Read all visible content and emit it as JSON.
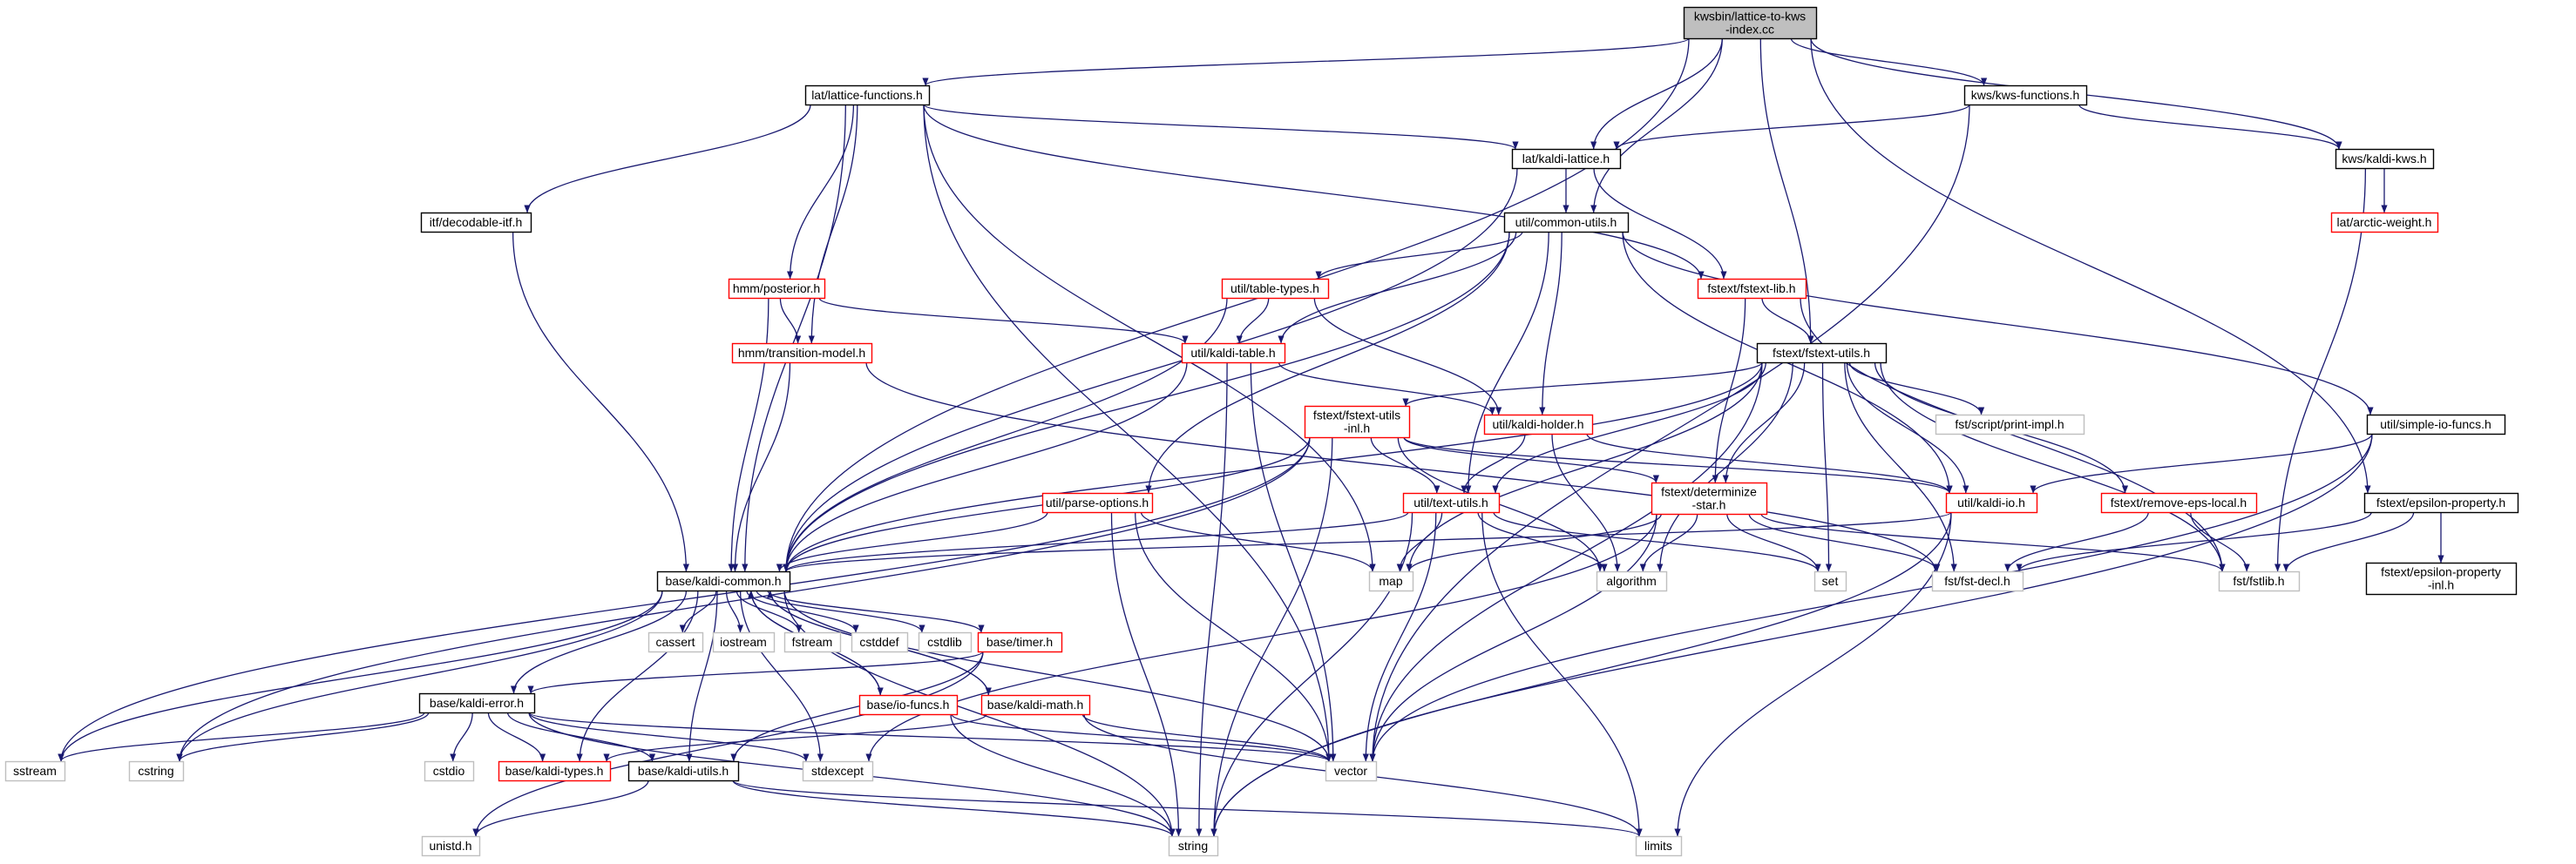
{
  "diagram": {
    "kind": "include-dependency-graph",
    "colors": {
      "edge": "#191970",
      "root_fill": "#bfbfbf",
      "node_fill": "#ffffff",
      "border_black": "#000000",
      "border_red": "#ff0000",
      "border_gray": "#bfbfbf"
    },
    "nodes": [
      {
        "id": "root",
        "lines": [
          "kwsbin/lattice-to-kws",
          "-index.cc"
        ],
        "style": "root"
      },
      {
        "id": "lat-functions",
        "lines": [
          "lat/lattice-functions.h"
        ],
        "style": "black"
      },
      {
        "id": "kws-functions",
        "lines": [
          "kws/kws-functions.h"
        ],
        "style": "black"
      },
      {
        "id": "kaldi-lattice",
        "lines": [
          "lat/kaldi-lattice.h"
        ],
        "style": "black"
      },
      {
        "id": "kaldi-kws",
        "lines": [
          "kws/kaldi-kws.h"
        ],
        "style": "black"
      },
      {
        "id": "decodable-itf",
        "lines": [
          "itf/decodable-itf.h"
        ],
        "style": "black"
      },
      {
        "id": "common-utils",
        "lines": [
          "util/common-utils.h"
        ],
        "style": "black"
      },
      {
        "id": "arctic-weight",
        "lines": [
          "lat/arctic-weight.h"
        ],
        "style": "red"
      },
      {
        "id": "posterior",
        "lines": [
          "hmm/posterior.h"
        ],
        "style": "red"
      },
      {
        "id": "table-types",
        "lines": [
          "util/table-types.h"
        ],
        "style": "red"
      },
      {
        "id": "fstext-lib",
        "lines": [
          "fstext/fstext-lib.h"
        ],
        "style": "red"
      },
      {
        "id": "transition-model",
        "lines": [
          "hmm/transition-model.h"
        ],
        "style": "red"
      },
      {
        "id": "kaldi-table",
        "lines": [
          "util/kaldi-table.h"
        ],
        "style": "red"
      },
      {
        "id": "fstext-utils",
        "lines": [
          "fstext/fstext-utils.h"
        ],
        "style": "black"
      },
      {
        "id": "fstext-utils-inl",
        "lines": [
          "fstext/fstext-utils",
          "-inl.h"
        ],
        "style": "red"
      },
      {
        "id": "kaldi-holder",
        "lines": [
          "util/kaldi-holder.h"
        ],
        "style": "red"
      },
      {
        "id": "print-impl",
        "lines": [
          "fst/script/print-impl.h"
        ],
        "style": "gray"
      },
      {
        "id": "simple-io-funcs",
        "lines": [
          "util/simple-io-funcs.h"
        ],
        "style": "black"
      },
      {
        "id": "parse-options",
        "lines": [
          "util/parse-options.h"
        ],
        "style": "red"
      },
      {
        "id": "text-utils",
        "lines": [
          "util/text-utils.h"
        ],
        "style": "red"
      },
      {
        "id": "determinize-star",
        "lines": [
          "fstext/determinize",
          "-star.h"
        ],
        "style": "red"
      },
      {
        "id": "kaldi-io",
        "lines": [
          "util/kaldi-io.h"
        ],
        "style": "red"
      },
      {
        "id": "remove-eps-local",
        "lines": [
          "fstext/remove-eps-local.h"
        ],
        "style": "red"
      },
      {
        "id": "epsilon-property",
        "lines": [
          "fstext/epsilon-property.h"
        ],
        "style": "black"
      },
      {
        "id": "kaldi-common",
        "lines": [
          "base/kaldi-common.h"
        ],
        "style": "black"
      },
      {
        "id": "map",
        "lines": [
          "map"
        ],
        "style": "gray"
      },
      {
        "id": "algorithm",
        "lines": [
          "algorithm"
        ],
        "style": "gray"
      },
      {
        "id": "set",
        "lines": [
          "set"
        ],
        "style": "gray"
      },
      {
        "id": "fst-decl",
        "lines": [
          "fst/fst-decl.h"
        ],
        "style": "gray"
      },
      {
        "id": "fstlib",
        "lines": [
          "fst/fstlib.h"
        ],
        "style": "gray"
      },
      {
        "id": "epsilon-property-inl",
        "lines": [
          "fstext/epsilon-property",
          "-inl.h"
        ],
        "style": "black"
      },
      {
        "id": "cassert",
        "lines": [
          "cassert"
        ],
        "style": "gray"
      },
      {
        "id": "iostream",
        "lines": [
          "iostream"
        ],
        "style": "gray"
      },
      {
        "id": "fstream",
        "lines": [
          "fstream"
        ],
        "style": "gray"
      },
      {
        "id": "cstddef",
        "lines": [
          "cstddef"
        ],
        "style": "gray"
      },
      {
        "id": "cstdlib",
        "lines": [
          "cstdlib"
        ],
        "style": "gray"
      },
      {
        "id": "timer",
        "lines": [
          "base/timer.h"
        ],
        "style": "red"
      },
      {
        "id": "kaldi-error",
        "lines": [
          "base/kaldi-error.h"
        ],
        "style": "black"
      },
      {
        "id": "io-funcs",
        "lines": [
          "base/io-funcs.h"
        ],
        "style": "red"
      },
      {
        "id": "kaldi-math",
        "lines": [
          "base/kaldi-math.h"
        ],
        "style": "red"
      },
      {
        "id": "sstream",
        "lines": [
          "sstream"
        ],
        "style": "gray"
      },
      {
        "id": "cstring",
        "lines": [
          "cstring"
        ],
        "style": "gray"
      },
      {
        "id": "cstdio",
        "lines": [
          "cstdio"
        ],
        "style": "gray"
      },
      {
        "id": "kaldi-types",
        "lines": [
          "base/kaldi-types.h"
        ],
        "style": "red"
      },
      {
        "id": "kaldi-utils",
        "lines": [
          "base/kaldi-utils.h"
        ],
        "style": "black"
      },
      {
        "id": "stdexcept",
        "lines": [
          "stdexcept"
        ],
        "style": "gray"
      },
      {
        "id": "vector",
        "lines": [
          "vector"
        ],
        "style": "gray"
      },
      {
        "id": "unistd",
        "lines": [
          "unistd.h"
        ],
        "style": "gray"
      },
      {
        "id": "string",
        "lines": [
          "string"
        ],
        "style": "gray"
      },
      {
        "id": "limits",
        "lines": [
          "limits"
        ],
        "style": "gray"
      }
    ],
    "edges": [
      [
        "root",
        "lat-functions"
      ],
      [
        "root",
        "kws-functions"
      ],
      [
        "root",
        "kaldi-lattice"
      ],
      [
        "root",
        "kaldi-kws"
      ],
      [
        "root",
        "common-utils"
      ],
      [
        "root",
        "fstext-utils"
      ],
      [
        "root",
        "kaldi-common"
      ],
      [
        "root",
        "epsilon-property"
      ],
      [
        "lat-functions",
        "kaldi-lattice"
      ],
      [
        "lat-functions",
        "decodable-itf"
      ],
      [
        "lat-functions",
        "posterior"
      ],
      [
        "lat-functions",
        "transition-model"
      ],
      [
        "lat-functions",
        "fstext-lib"
      ],
      [
        "lat-functions",
        "kaldi-common"
      ],
      [
        "lat-functions",
        "map"
      ],
      [
        "lat-functions",
        "vector"
      ],
      [
        "kws-functions",
        "kaldi-lattice"
      ],
      [
        "kws-functions",
        "kaldi-kws"
      ],
      [
        "kws-functions",
        "vector"
      ],
      [
        "kaldi-kws",
        "arctic-weight"
      ],
      [
        "kaldi-kws",
        "fstlib"
      ],
      [
        "kaldi-lattice",
        "common-utils"
      ],
      [
        "kaldi-lattice",
        "fstext-lib"
      ],
      [
        "kaldi-lattice",
        "kaldi-common"
      ],
      [
        "decodable-itf",
        "kaldi-common"
      ],
      [
        "common-utils",
        "table-types"
      ],
      [
        "common-utils",
        "kaldi-table"
      ],
      [
        "common-utils",
        "kaldi-holder"
      ],
      [
        "common-utils",
        "text-utils"
      ],
      [
        "common-utils",
        "parse-options"
      ],
      [
        "common-utils",
        "kaldi-io"
      ],
      [
        "common-utils",
        "simple-io-funcs"
      ],
      [
        "common-utils",
        "kaldi-common"
      ],
      [
        "posterior",
        "transition-model"
      ],
      [
        "posterior",
        "kaldi-table"
      ],
      [
        "posterior",
        "kaldi-common"
      ],
      [
        "table-types",
        "kaldi-table"
      ],
      [
        "table-types",
        "kaldi-holder"
      ],
      [
        "table-types",
        "kaldi-common"
      ],
      [
        "transition-model",
        "kaldi-common"
      ],
      [
        "transition-model",
        "fst-decl"
      ],
      [
        "fstext-lib",
        "fstext-utils"
      ],
      [
        "fstext-lib",
        "determinize-star"
      ],
      [
        "fstext-lib",
        "fstlib"
      ],
      [
        "kaldi-table",
        "kaldi-holder"
      ],
      [
        "kaldi-table",
        "kaldi-common"
      ],
      [
        "kaldi-table",
        "string"
      ],
      [
        "kaldi-table",
        "vector"
      ],
      [
        "fstext-utils",
        "fstext-utils-inl"
      ],
      [
        "fstext-utils",
        "print-impl"
      ],
      [
        "fstext-utils",
        "text-utils"
      ],
      [
        "fstext-utils",
        "determinize-star"
      ],
      [
        "fstext-utils",
        "remove-eps-local"
      ],
      [
        "fstext-utils",
        "kaldi-common"
      ],
      [
        "fstext-utils",
        "map"
      ],
      [
        "fstext-utils",
        "algorithm"
      ],
      [
        "fstext-utils",
        "set"
      ],
      [
        "fstext-utils",
        "fst-decl"
      ],
      [
        "fstext-utils",
        "fstlib"
      ],
      [
        "fstext-utils",
        "vector"
      ],
      [
        "fstext-utils",
        "kaldi-io"
      ],
      [
        "fstext-utils-inl",
        "text-utils"
      ],
      [
        "fstext-utils-inl",
        "determinize-star"
      ],
      [
        "fstext-utils-inl",
        "kaldi-io"
      ],
      [
        "fstext-utils-inl",
        "kaldi-common"
      ],
      [
        "fstext-utils-inl",
        "sstream"
      ],
      [
        "fstext-utils-inl",
        "cstring"
      ],
      [
        "fstext-utils-inl",
        "algorithm"
      ],
      [
        "fstext-utils-inl",
        "string"
      ],
      [
        "kaldi-holder",
        "text-utils"
      ],
      [
        "kaldi-holder",
        "kaldi-io"
      ],
      [
        "kaldi-holder",
        "algorithm"
      ],
      [
        "simple-io-funcs",
        "kaldi-io"
      ],
      [
        "simple-io-funcs",
        "vector"
      ],
      [
        "simple-io-funcs",
        "string"
      ],
      [
        "parse-options",
        "kaldi-common"
      ],
      [
        "parse-options",
        "map"
      ],
      [
        "parse-options",
        "vector"
      ],
      [
        "parse-options",
        "string"
      ],
      [
        "text-utils",
        "kaldi-common"
      ],
      [
        "text-utils",
        "map"
      ],
      [
        "text-utils",
        "algorithm"
      ],
      [
        "text-utils",
        "set"
      ],
      [
        "text-utils",
        "vector"
      ],
      [
        "text-utils",
        "string"
      ],
      [
        "text-utils",
        "limits"
      ],
      [
        "determinize-star",
        "map"
      ],
      [
        "determinize-star",
        "algorithm"
      ],
      [
        "determinize-star",
        "set"
      ],
      [
        "determinize-star",
        "fst-decl"
      ],
      [
        "determinize-star",
        "fstlib"
      ],
      [
        "determinize-star",
        "vector"
      ],
      [
        "determinize-star",
        "stdexcept"
      ],
      [
        "kaldi-io",
        "kaldi-common"
      ],
      [
        "kaldi-io",
        "string"
      ],
      [
        "kaldi-io",
        "limits"
      ],
      [
        "remove-eps-local",
        "fst-decl"
      ],
      [
        "remove-eps-local",
        "fstlib"
      ],
      [
        "epsilon-property",
        "fst-decl"
      ],
      [
        "epsilon-property",
        "fstlib"
      ],
      [
        "epsilon-property",
        "epsilon-property-inl"
      ],
      [
        "kaldi-common",
        "cassert"
      ],
      [
        "kaldi-common",
        "iostream"
      ],
      [
        "kaldi-common",
        "fstream"
      ],
      [
        "kaldi-common",
        "cstddef"
      ],
      [
        "kaldi-common",
        "cstdlib"
      ],
      [
        "kaldi-common",
        "timer"
      ],
      [
        "kaldi-common",
        "kaldi-error"
      ],
      [
        "kaldi-common",
        "io-funcs"
      ],
      [
        "kaldi-common",
        "kaldi-math"
      ],
      [
        "kaldi-common",
        "sstream"
      ],
      [
        "kaldi-common",
        "cstring"
      ],
      [
        "kaldi-common",
        "kaldi-types"
      ],
      [
        "kaldi-common",
        "kaldi-utils"
      ],
      [
        "kaldi-common",
        "stdexcept"
      ],
      [
        "kaldi-common",
        "vector"
      ],
      [
        "kaldi-common",
        "string"
      ],
      [
        "timer",
        "kaldi-error"
      ],
      [
        "timer",
        "kaldi-utils"
      ],
      [
        "timer",
        "unistd"
      ],
      [
        "kaldi-error",
        "sstream"
      ],
      [
        "kaldi-error",
        "cstring"
      ],
      [
        "kaldi-error",
        "cstdio"
      ],
      [
        "kaldi-error",
        "kaldi-types"
      ],
      [
        "kaldi-error",
        "kaldi-utils"
      ],
      [
        "kaldi-error",
        "stdexcept"
      ],
      [
        "kaldi-error",
        "vector"
      ],
      [
        "kaldi-error",
        "string"
      ],
      [
        "io-funcs",
        "kaldi-common"
      ],
      [
        "io-funcs",
        "string"
      ],
      [
        "io-funcs",
        "vector"
      ],
      [
        "kaldi-math",
        "kaldi-common"
      ],
      [
        "kaldi-math",
        "kaldi-types"
      ],
      [
        "kaldi-math",
        "vector"
      ],
      [
        "kaldi-math",
        "limits"
      ],
      [
        "kaldi-utils",
        "unistd"
      ],
      [
        "kaldi-utils",
        "string"
      ],
      [
        "kaldi-utils",
        "limits"
      ]
    ]
  }
}
